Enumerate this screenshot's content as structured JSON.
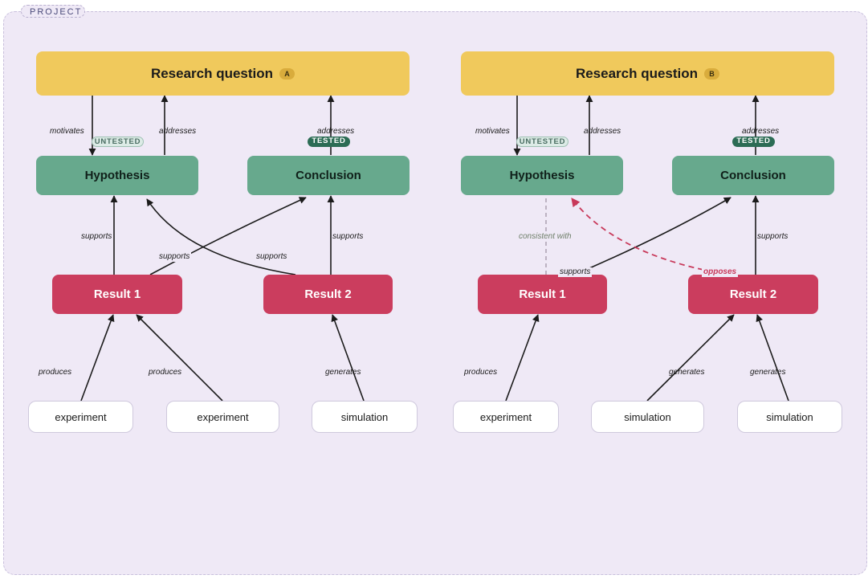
{
  "frame_label": "PROJECT",
  "colors": {
    "question": "#f0c95c",
    "hypothesis_conclusion": "#67a98d",
    "result": "#cb3d5e",
    "source": "#ffffff",
    "opposes_edge": "#c8395a",
    "consistent_edge": "#a79aab"
  },
  "panels": [
    {
      "question": {
        "label": "Research question",
        "badge": "A"
      },
      "hypothesis": {
        "label": "Hypothesis",
        "status": "UNTESTED"
      },
      "conclusion": {
        "label": "Conclusion",
        "status": "TESTED"
      },
      "result1": {
        "label": "Result 1"
      },
      "result2": {
        "label": "Result 2"
      },
      "sources": [
        "experiment",
        "experiment",
        "simulation"
      ],
      "edges": {
        "motivates": "motivates",
        "addresses_h": "addresses",
        "addresses_c": "addresses",
        "r1_supports_h": "supports",
        "r1_supports_c": "supports",
        "r2_supports_h": "supports",
        "r2_supports_c": "supports",
        "s1": "produces",
        "s2": "produces",
        "s3": "generates"
      }
    },
    {
      "question": {
        "label": "Research question",
        "badge": "B"
      },
      "hypothesis": {
        "label": "Hypothesis",
        "status": "UNTESTED"
      },
      "conclusion": {
        "label": "Conclusion",
        "status": "TESTED"
      },
      "result1": {
        "label": "Result 1"
      },
      "result2": {
        "label": "Result 2"
      },
      "sources": [
        "experiment",
        "simulation",
        "simulation"
      ],
      "edges": {
        "motivates": "motivates",
        "addresses_h": "addresses",
        "addresses_c": "addresses",
        "consistent": "consistent with",
        "r1_supports_c": "supports",
        "r2_opposes_h": "opposes",
        "r2_supports_c": "supports",
        "s1": "produces",
        "s2": "generates",
        "s3": "generates"
      }
    }
  ]
}
